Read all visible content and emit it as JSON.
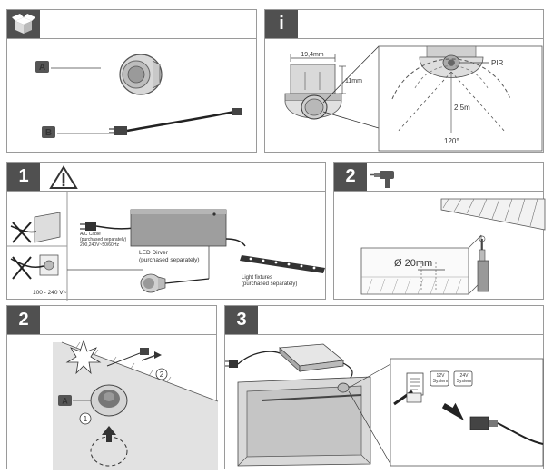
{
  "panels": {
    "contents": {
      "part_a": "A",
      "part_b": "B"
    },
    "info": {
      "badge": "i",
      "width_dim": "19,4mm",
      "height_dim": "11mm",
      "sensor_label": "PIR",
      "range_label": "2,5m",
      "angle_label": "120°"
    },
    "step1_warning": {
      "badge": "1",
      "ac_cable_label": "A/C Cable\n(purchased separately)\n200,240V~50/60Hz",
      "led_driver_label": "LED Dirver\n(purchased separately)",
      "light_fixtures_label": "Light fixtures\n(purchased separately)",
      "voltage_label": "100 - 240 V~"
    },
    "step2_drill": {
      "badge": "2",
      "hole_label": "Ø 20mm"
    },
    "step2_install": {
      "badge": "2",
      "part_a": "A",
      "step_one": "1",
      "step_two": "2"
    },
    "step3_connect": {
      "badge": "3",
      "system_12v": "12V\nSystem",
      "system_24v": "24V\nSystem"
    }
  }
}
